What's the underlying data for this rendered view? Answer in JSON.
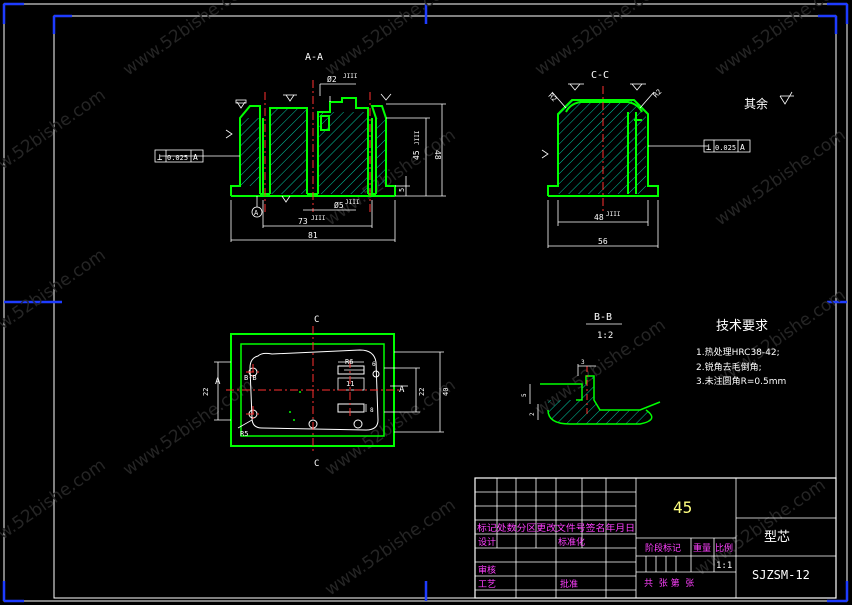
{
  "colors": {
    "background": "#000000",
    "frame": "#FFFFFF",
    "border_accent": "#1E3CFF",
    "outline": "#00FF00",
    "dimension": "#FFFFFF",
    "centerline": "#FF3030",
    "hatch": "#00C8A0",
    "magenta_text": "#FF40FF",
    "yellow_text": "#FFFF80"
  },
  "watermark": "www.52bishe.com",
  "views": {
    "aa": {
      "label": "A-A",
      "dims": {
        "top_small": "Ø2",
        "top_small_tol": "JIII",
        "height_main": "48",
        "height_inner": "45",
        "height_inner_tol": "JIII",
        "flange": "5",
        "bottom_dia": "Ø5",
        "bottom_dia_tol": "JIII",
        "inner_width": "73",
        "inner_width_tol": "JIII",
        "overall_width": "81"
      },
      "tolerance_frame": {
        "symbol": "⊥",
        "value": "0.025",
        "datum": "A"
      },
      "datum_label": "A"
    },
    "cc": {
      "label": "C-C",
      "dims": {
        "r_left": "R2",
        "r_right": "R2",
        "inner_width": "48",
        "inner_width_tol": "JIII",
        "overall_width": "56"
      },
      "tolerance_frame": {
        "symbol": "⊥",
        "value": "0.025",
        "datum": "A"
      }
    },
    "rest_note": "其余",
    "plan": {
      "section_mark": "C",
      "section_side_mark": "A",
      "dims": {
        "r6": "R6",
        "slot_width": "11",
        "slot_height": "6",
        "small_dim": "8",
        "width_left": "22",
        "height_right_inner": "22",
        "height_right_outer": "40",
        "r5": "R5",
        "hole_label": "B-B"
      }
    },
    "bb": {
      "label": "B-B",
      "scale": "1:2",
      "dims": {
        "top": "3",
        "side_left": "5",
        "side_bottom": "2"
      }
    }
  },
  "tech_requirements": {
    "title": "技术要求",
    "items": [
      "1.热处理HRC38-42;",
      "2.锐角去毛倒角;",
      "3.未注圆角R=0.5mm"
    ]
  },
  "title_block": {
    "material": "45",
    "part_name": "型芯",
    "drawing_number": "SJZSM-12",
    "rows": {
      "mark_row": "标记处数分区更改文件号签名年月日",
      "design": "设计",
      "standardize": "标准化",
      "review": "审核",
      "process": "工艺",
      "approve": "批准",
      "stage_mark": "阶段标记",
      "weight": "重量",
      "scale_label": "比例",
      "scale_value": "1:1",
      "sheets": "共  张 第  张"
    }
  }
}
